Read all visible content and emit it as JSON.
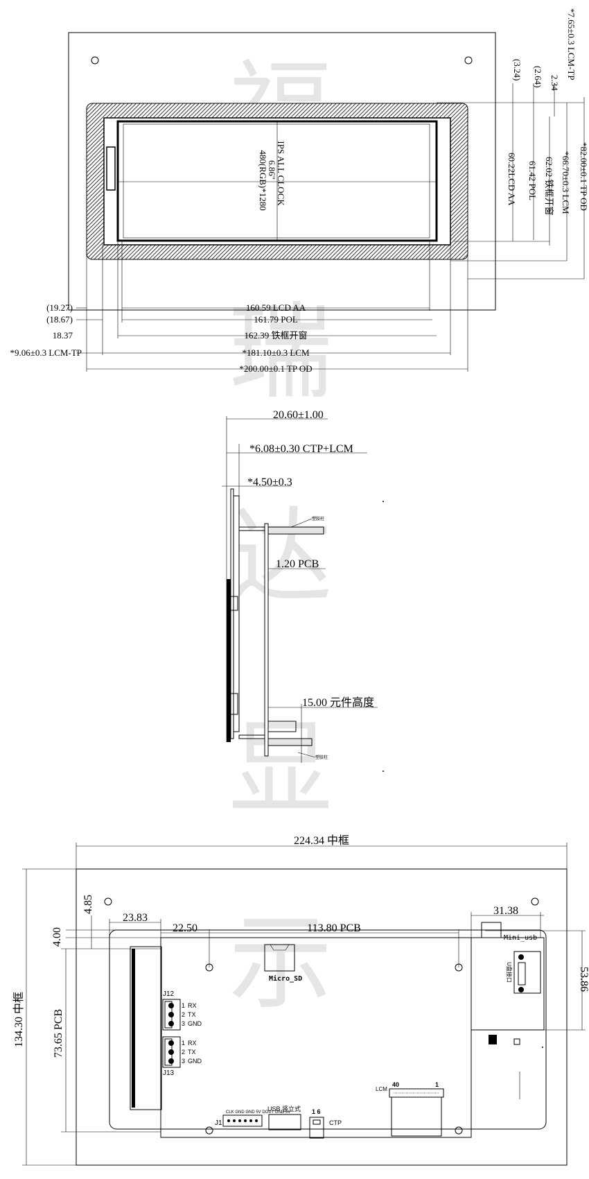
{
  "watermark": [
    "福",
    "瑞",
    "达",
    "显",
    "示"
  ],
  "front_view": {
    "screen_size": "6.86\"",
    "panel_type": "IPS ALL CLOCK",
    "resolution": "480(RGB)*1280",
    "dims_vertical": [
      "(3.24)",
      "(2.64)",
      "2.34",
      "*7.65±0.3 LCM-TP",
      "60.22LCD AA",
      "61.42 POL",
      "62.02 铁框开窗",
      "*66.70±0.3 LCM",
      "*82.00±0.1 TP OD"
    ],
    "dims_horizontal": [
      "(19.27)",
      "160.59 LCD AA",
      "(18.67)",
      "161.79 POL",
      "18.37",
      "162.39 铁框开窗",
      "*9.06±0.3 LCM-TP",
      "*181.10±0.3 LCM",
      "*200.00±0.1 TP OD"
    ]
  },
  "side_view": {
    "total": "20.60±1.00",
    "ctp_lcm": "*6.08±0.30 CTP+LCM",
    "lcm": "*4.50±0.3",
    "pcb": "1.20 PCB",
    "component_height": "15.00 元件高度",
    "standoff_label": "塑胶柱"
  },
  "back_view": {
    "frame_width": "224.34 中框",
    "frame_height": "134.30 中框",
    "pcb_height": "73.65 PCB",
    "pcb_width": "113.80 PCB",
    "dims": [
      "23.83",
      "22.50",
      "4.85",
      "4.00",
      "31.38",
      "53.86"
    ],
    "j12": {
      "label": "J12",
      "pins": [
        "RX",
        "TX",
        "GND"
      ]
    },
    "j13": {
      "label": "J13",
      "pins": [
        "RX",
        "TX",
        "GND"
      ]
    },
    "pin_numbers": [
      "1",
      "2",
      "3"
    ],
    "micro_sd": "Micro_SD",
    "mini_usb": "Mini_usb",
    "udisk": "U盘接口",
    "j1": "J1",
    "j1_pins": "CLK GND GND 5V DOUT GND 5V",
    "usb_label": "USB 竖立式",
    "ctp_label": "CTP",
    "ctp_pins": "1 6",
    "lcm_label": "LCM",
    "lcm_pin_first": "40",
    "lcm_pin_last": "1"
  }
}
